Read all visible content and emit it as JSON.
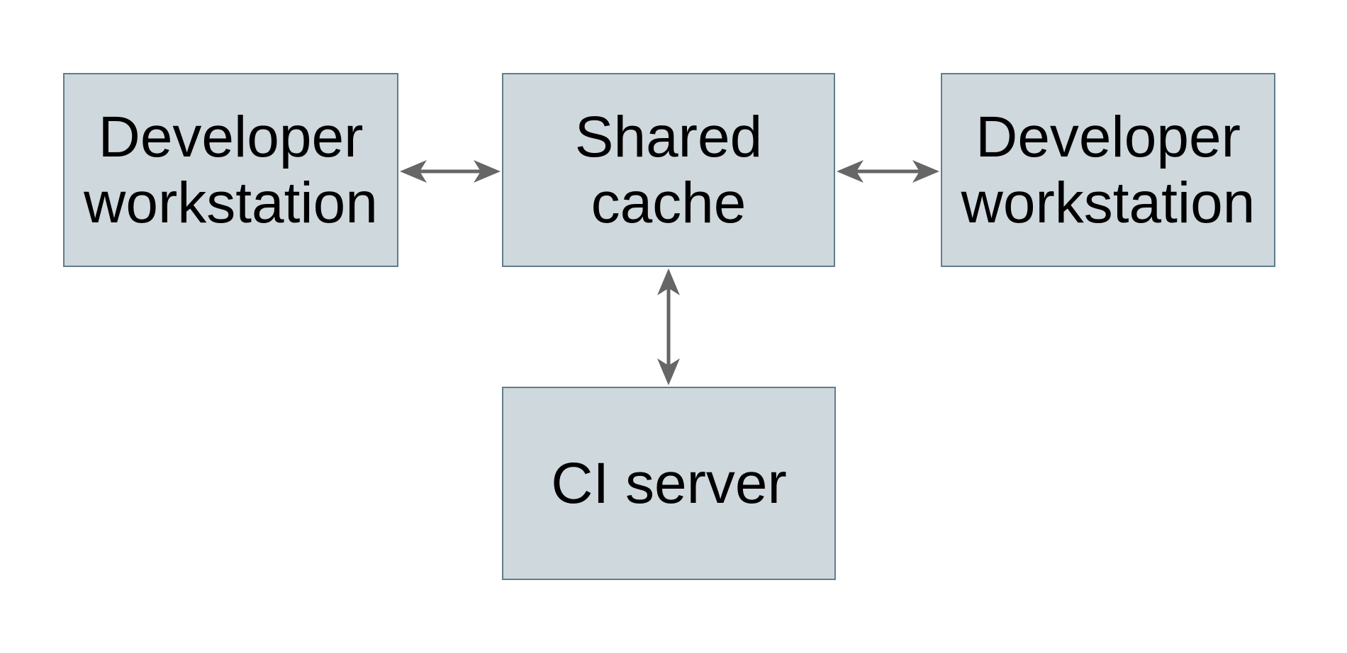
{
  "diagram": {
    "nodes": [
      {
        "id": "dev-workstation-left",
        "label": "Developer workstation"
      },
      {
        "id": "shared-cache",
        "label": "Shared cache"
      },
      {
        "id": "dev-workstation-right",
        "label": "Developer workstation"
      },
      {
        "id": "ci-server",
        "label": "CI server"
      }
    ],
    "edges": [
      {
        "from": "dev-workstation-left",
        "to": "shared-cache",
        "direction": "bidirectional",
        "orientation": "horizontal"
      },
      {
        "from": "shared-cache",
        "to": "dev-workstation-right",
        "direction": "bidirectional",
        "orientation": "horizontal"
      },
      {
        "from": "shared-cache",
        "to": "ci-server",
        "direction": "bidirectional",
        "orientation": "vertical"
      }
    ]
  },
  "colors": {
    "background": "#ffffff",
    "node_fill": "#cfd8dc",
    "node_border": "#607d8b",
    "arrow": "#666666",
    "text": "#000000"
  }
}
